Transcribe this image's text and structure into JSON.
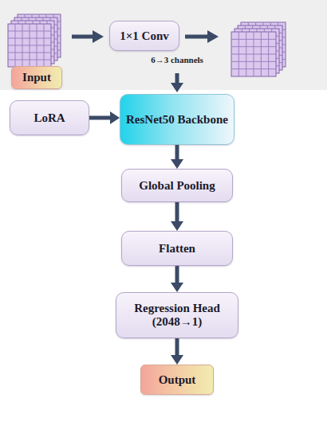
{
  "diagram": {
    "nodes": [
      {
        "text": [
          "Input"
        ]
      },
      {
        "text": [
          "1×1 Conv"
        ]
      },
      {
        "text": [
          "LoRA"
        ]
      },
      {
        "text": [
          "ResNet50 Backbone"
        ]
      },
      {
        "text": [
          "Global Pooling"
        ]
      },
      {
        "text": [
          "Flatten"
        ]
      },
      {
        "text": [
          "Regression Head (2048→1)"
        ]
      },
      {
        "text": [
          "Output"
        ]
      }
    ],
    "edges": [
      {
        "from": 2,
        "to": 3,
        "arrow": "to"
      },
      {
        "from": 3,
        "to": 4,
        "arrow": "to"
      },
      {
        "from": 4,
        "to": 5,
        "arrow": "to"
      },
      {
        "from": 5,
        "to": 6,
        "arrow": "to"
      },
      {
        "from": 6,
        "to": 7,
        "arrow": "to"
      }
    ],
    "labels": [
      "6→3 channels"
    ]
  }
}
